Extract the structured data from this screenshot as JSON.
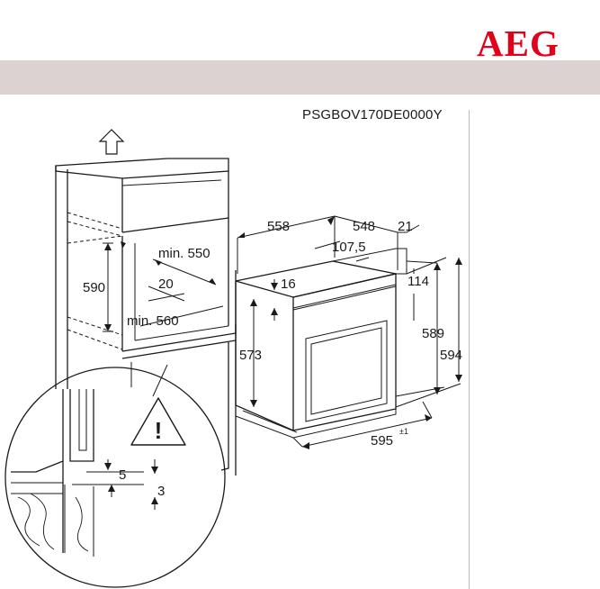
{
  "brand": {
    "logo_text": "AEG",
    "color": "#e2001a"
  },
  "header": {
    "band_color": "#dbd2d1"
  },
  "model_code": "PSGBOV170DE0000Y",
  "dimensions": {
    "cabinet": {
      "niche_height": "590",
      "min_depth_top": "min. 550",
      "vent_gap": "20",
      "min_width": "min. 560"
    },
    "oven": {
      "depth_total": "558",
      "depth_body": "548",
      "front_thickness": "21",
      "top_offset": "107,5",
      "front_top": "16",
      "panel_top": "114",
      "body_height": "573",
      "front_height": "589",
      "total_height": "594",
      "width": "595",
      "width_tolerance": "±1"
    },
    "detail": {
      "gap": "5",
      "floor_thickness": "3"
    }
  },
  "warning": {
    "symbol": "!",
    "icon": "warning-triangle-icon"
  },
  "icons": {
    "up_arrow": "arrow-up-icon"
  }
}
